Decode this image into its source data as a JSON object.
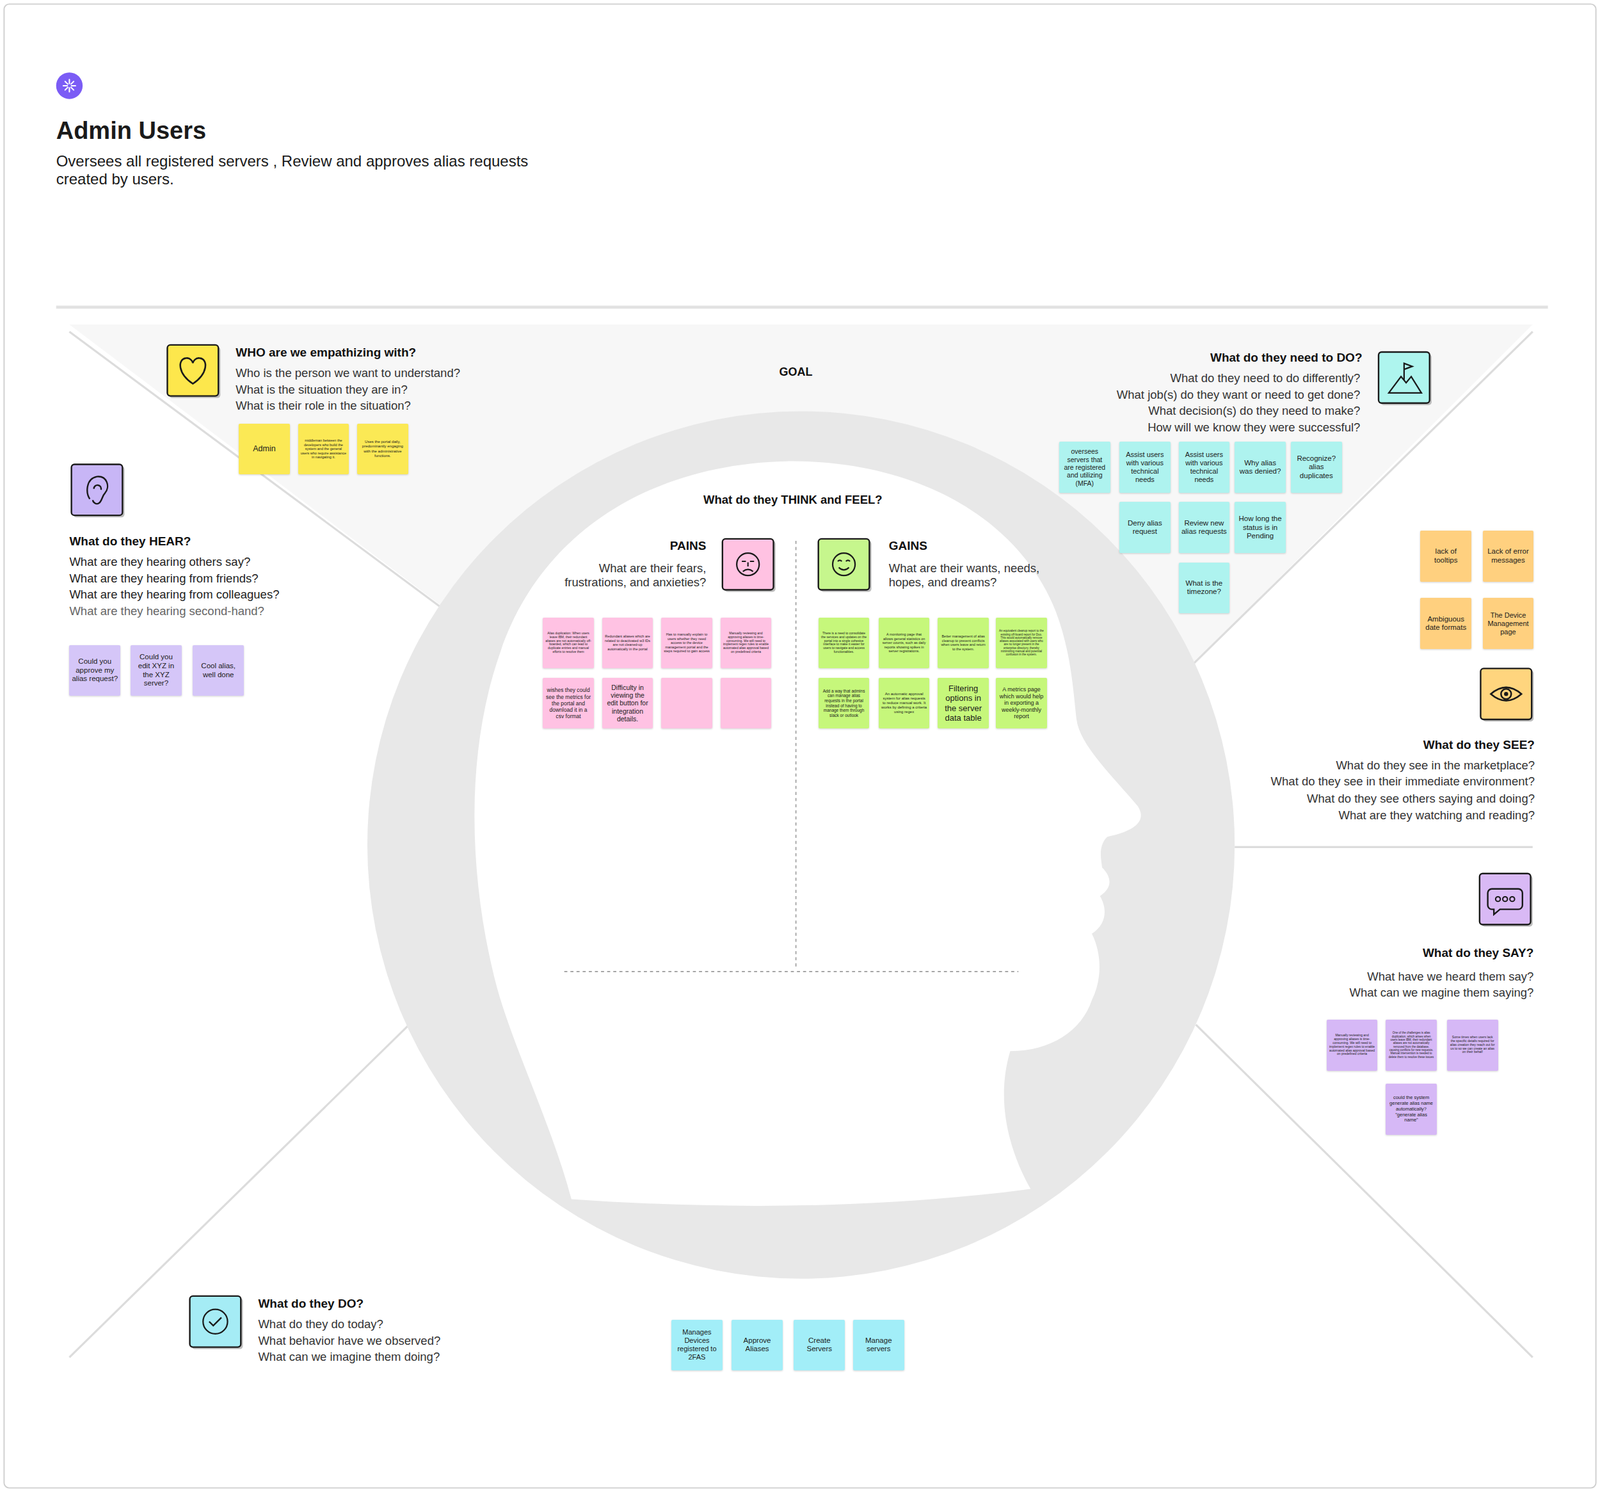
{
  "diagram": {
    "title": "Admin Users",
    "caption": "Oversees all registered servers , Review and approves alias requests created by users.",
    "nodes": [
      {
        "text": [
          "Admin"
        ]
      },
      {
        "text": [
          "middleman between the developers who build the system and the general users who require assistance in navigating it."
        ]
      },
      {
        "text": [
          "Uses the portal daily, predominantly engaging with the administrative functions."
        ]
      },
      {
        "text": [
          "oversees servers that are registered and utilizing (MFA)"
        ]
      },
      {
        "text": [
          "Assist users with various technical needs"
        ]
      },
      {
        "text": [
          "Assist users with various technical needs"
        ]
      },
      {
        "text": [
          "Why alias was denied?"
        ]
      },
      {
        "text": [
          "Recognize? alias duplicates"
        ]
      },
      {
        "text": [
          "Deny alias request"
        ]
      },
      {
        "text": [
          "Review new alias requests"
        ]
      },
      {
        "text": [
          "How long the status is in Pending"
        ]
      },
      {
        "text": [
          "What is the timezone?"
        ]
      },
      {
        "text": [
          "lack of tooltips"
        ]
      },
      {
        "text": [
          "Lack of error messages"
        ]
      },
      {
        "text": [
          "Ambiguous date formats"
        ]
      },
      {
        "text": [
          "The Device Management page"
        ]
      },
      {
        "text": [
          "Could you approve my alias request?"
        ]
      },
      {
        "text": [
          "Could you edit XYZ in the XYZ server?"
        ]
      },
      {
        "text": [
          "Cool alias, well done"
        ]
      },
      {
        "text": [
          "Alias duplication: When users leave IBM, their redundant aliases are not automatically off-boarded, which can lead to duplicate entries and manual efforts to resolve them"
        ]
      },
      {
        "text": [
          "Redundant aliases which are related to deactivated w3 IDs are not cleaned-up automatically in the portal"
        ]
      },
      {
        "text": [
          "Has to manually explain to users whether they need access to the device management portal and the steps required to gain access"
        ]
      },
      {
        "text": [
          "Manually reviewing and approving aliases is time-consuming. We will need to implement regex rules to enable automated alias approval based on predefined criteria"
        ]
      },
      {
        "text": [
          "wishes they could see the metrics for the portal and download it in a csv format"
        ]
      },
      {
        "text": [
          "Difficulty in viewing the edit button for integration details."
        ]
      },
      {
        "text": [
          "There is a need to consolidate the services and updates on the portal into a single cohesive interface to make it easier for users to navigate and access functionalities."
        ]
      },
      {
        "text": [
          "A monitoring page that allows general statistics on server counts, such as daily reports showing spikes in server registrations."
        ]
      },
      {
        "text": [
          "Better management of alias cleanup to prevent conflicts when users leave and return to the system."
        ]
      },
      {
        "text": [
          "An equivalent cleanup report to the existing off-board report for Duo. This would automatically remove aliases associated with users who are no longer present in the enterprise directory, thereby minimizing manual and potential confusion in the system."
        ]
      },
      {
        "text": [
          "Add a way that admins can manage alias requests in the portal instead of having to manage them through slack or outlook"
        ]
      },
      {
        "text": [
          "An automatic approval system for alias requests to reduce manual work. It works by defining a criteria using regex"
        ]
      },
      {
        "text": [
          "Filtering options in the server data table"
        ]
      },
      {
        "text": [
          "A metrics page which would help in exporting a weekly-monthly report"
        ]
      },
      {
        "text": [
          "Manually reviewing and approving aliases is time-consuming. We will need to implement regex rules to enable automated alias approval based on predefined criteria"
        ]
      },
      {
        "text": [
          "One of the challenges is alias duplication, which arises when users leave IBM, their redundant aliases are not automatically removed from the database, causing conflicts for new requests. Manual intervention is needed to delete them to resolve these issues"
        ]
      },
      {
        "text": [
          "Some times when users lack the specific details required for alias creation they reach out for us to so we can create an alias on their behalf"
        ]
      },
      {
        "text": [
          "could the system generate alias name automatically? \"generate alias name\""
        ]
      },
      {
        "text": [
          "Manages Devices registered to 2FAS"
        ]
      },
      {
        "text": [
          "Approve Aliases"
        ]
      },
      {
        "text": [
          "Create Servers"
        ]
      },
      {
        "text": [
          "Manage servers"
        ]
      }
    ],
    "labels": [
      "WHO are we empathizing with?",
      "Who is the person we want to understand?",
      "What is the situation they are in?",
      "What is their role in the situation?",
      "GOAL",
      "What do they need to DO?",
      "What do they need to do differently?",
      "What job(s) do they want or need to get done?",
      "What decision(s) do they need to make?",
      "How will we know they were successful?",
      "What do they HEAR?",
      "What are they hearing others say?",
      "What are they hearing from friends?",
      "What are they hearing from colleagues?",
      "What are they hearing second-hand?",
      "What do they THINK and FEEL?",
      "PAINS",
      "What are their fears, frustrations, and anxieties?",
      "GAINS",
      "What are their wants, needs, hopes, and dreams?",
      "What do they SEE?",
      "What do they see in the marketplace?",
      "What do they see in their immediate environment?",
      "What do they see others saying and doing?",
      "What are they watching and reading?",
      "What do they SAY?",
      "What have we heard them say?",
      "What can we magine them saying?",
      "What do they DO?",
      "What do they do today?",
      "What behavior have we observed?",
      "What can we imagine them doing?"
    ]
  }
}
